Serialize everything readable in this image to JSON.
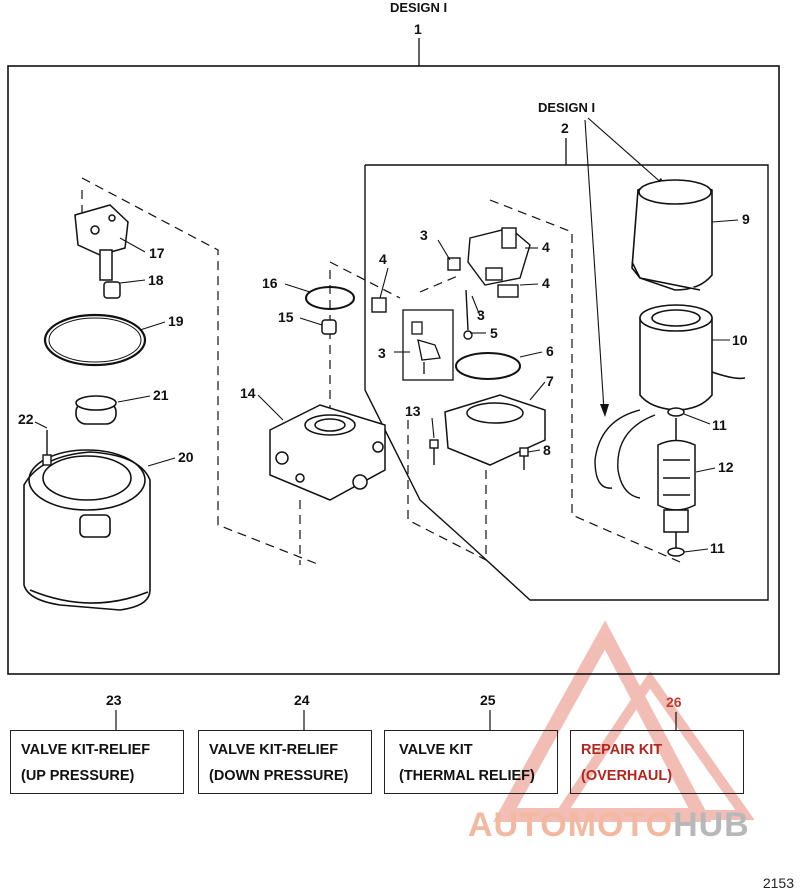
{
  "header": {
    "design_label_top": "DESIGN I",
    "item_top": "1",
    "design_label_inner": "DESIGN I",
    "item_inner": "2"
  },
  "callouts": {
    "c3a": "3",
    "c3b": "3",
    "c3c": "3",
    "c4a": "4",
    "c4b": "4",
    "c4c": "4",
    "c5": "5",
    "c6": "6",
    "c7": "7",
    "c8": "8",
    "c9": "9",
    "c10": "10",
    "c11a": "11",
    "c11b": "11",
    "c12": "12",
    "c13": "13",
    "c14": "14",
    "c15": "15",
    "c16": "16",
    "c17": "17",
    "c18": "18",
    "c19": "19",
    "c20": "20",
    "c21": "21",
    "c22": "22"
  },
  "kits": [
    {
      "num": "23",
      "line1": "VALVE KIT-RELIEF",
      "line2": "(UP PRESSURE)"
    },
    {
      "num": "24",
      "line1": "VALVE KIT-RELIEF",
      "line2": "(DOWN PRESSURE)"
    },
    {
      "num": "25",
      "line1": "VALVE KIT",
      "line2": "(THERMAL RELIEF)"
    },
    {
      "num": "26",
      "line1": "REPAIR KIT",
      "line2": "(OVERHAUL)"
    }
  ],
  "watermark": {
    "part_a": "AUTOMOTO",
    "part_b": "HUB"
  },
  "figure_id": "2153",
  "colors": {
    "line": "#111111",
    "watermark_red": "#d9452b",
    "watermark_grey": "#9a9a9a",
    "kit_red": "#b3261e"
  }
}
